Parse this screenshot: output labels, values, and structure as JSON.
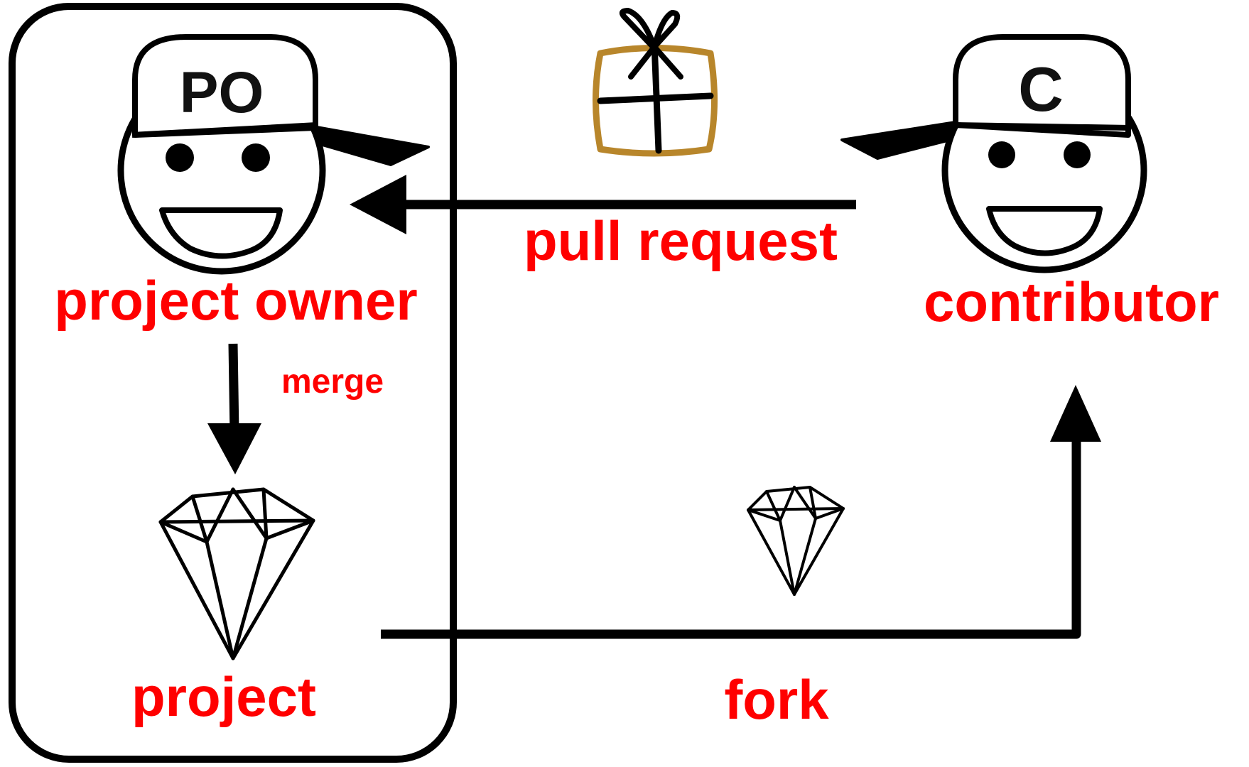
{
  "diagram": {
    "owner": {
      "cap_text": "PO",
      "label": "project owner"
    },
    "contributor": {
      "cap_text": "C",
      "label": "contributor"
    },
    "project_label": "project",
    "edges": {
      "pull_request": "pull request",
      "merge": "merge",
      "fork": "fork"
    },
    "icons": {
      "gift": "gift-icon",
      "gem": "diamond-icon",
      "face": "smiley-face-icon"
    },
    "colors": {
      "label": "#ff0000",
      "gift_box": "#b8862b",
      "ink": "#000000"
    }
  }
}
